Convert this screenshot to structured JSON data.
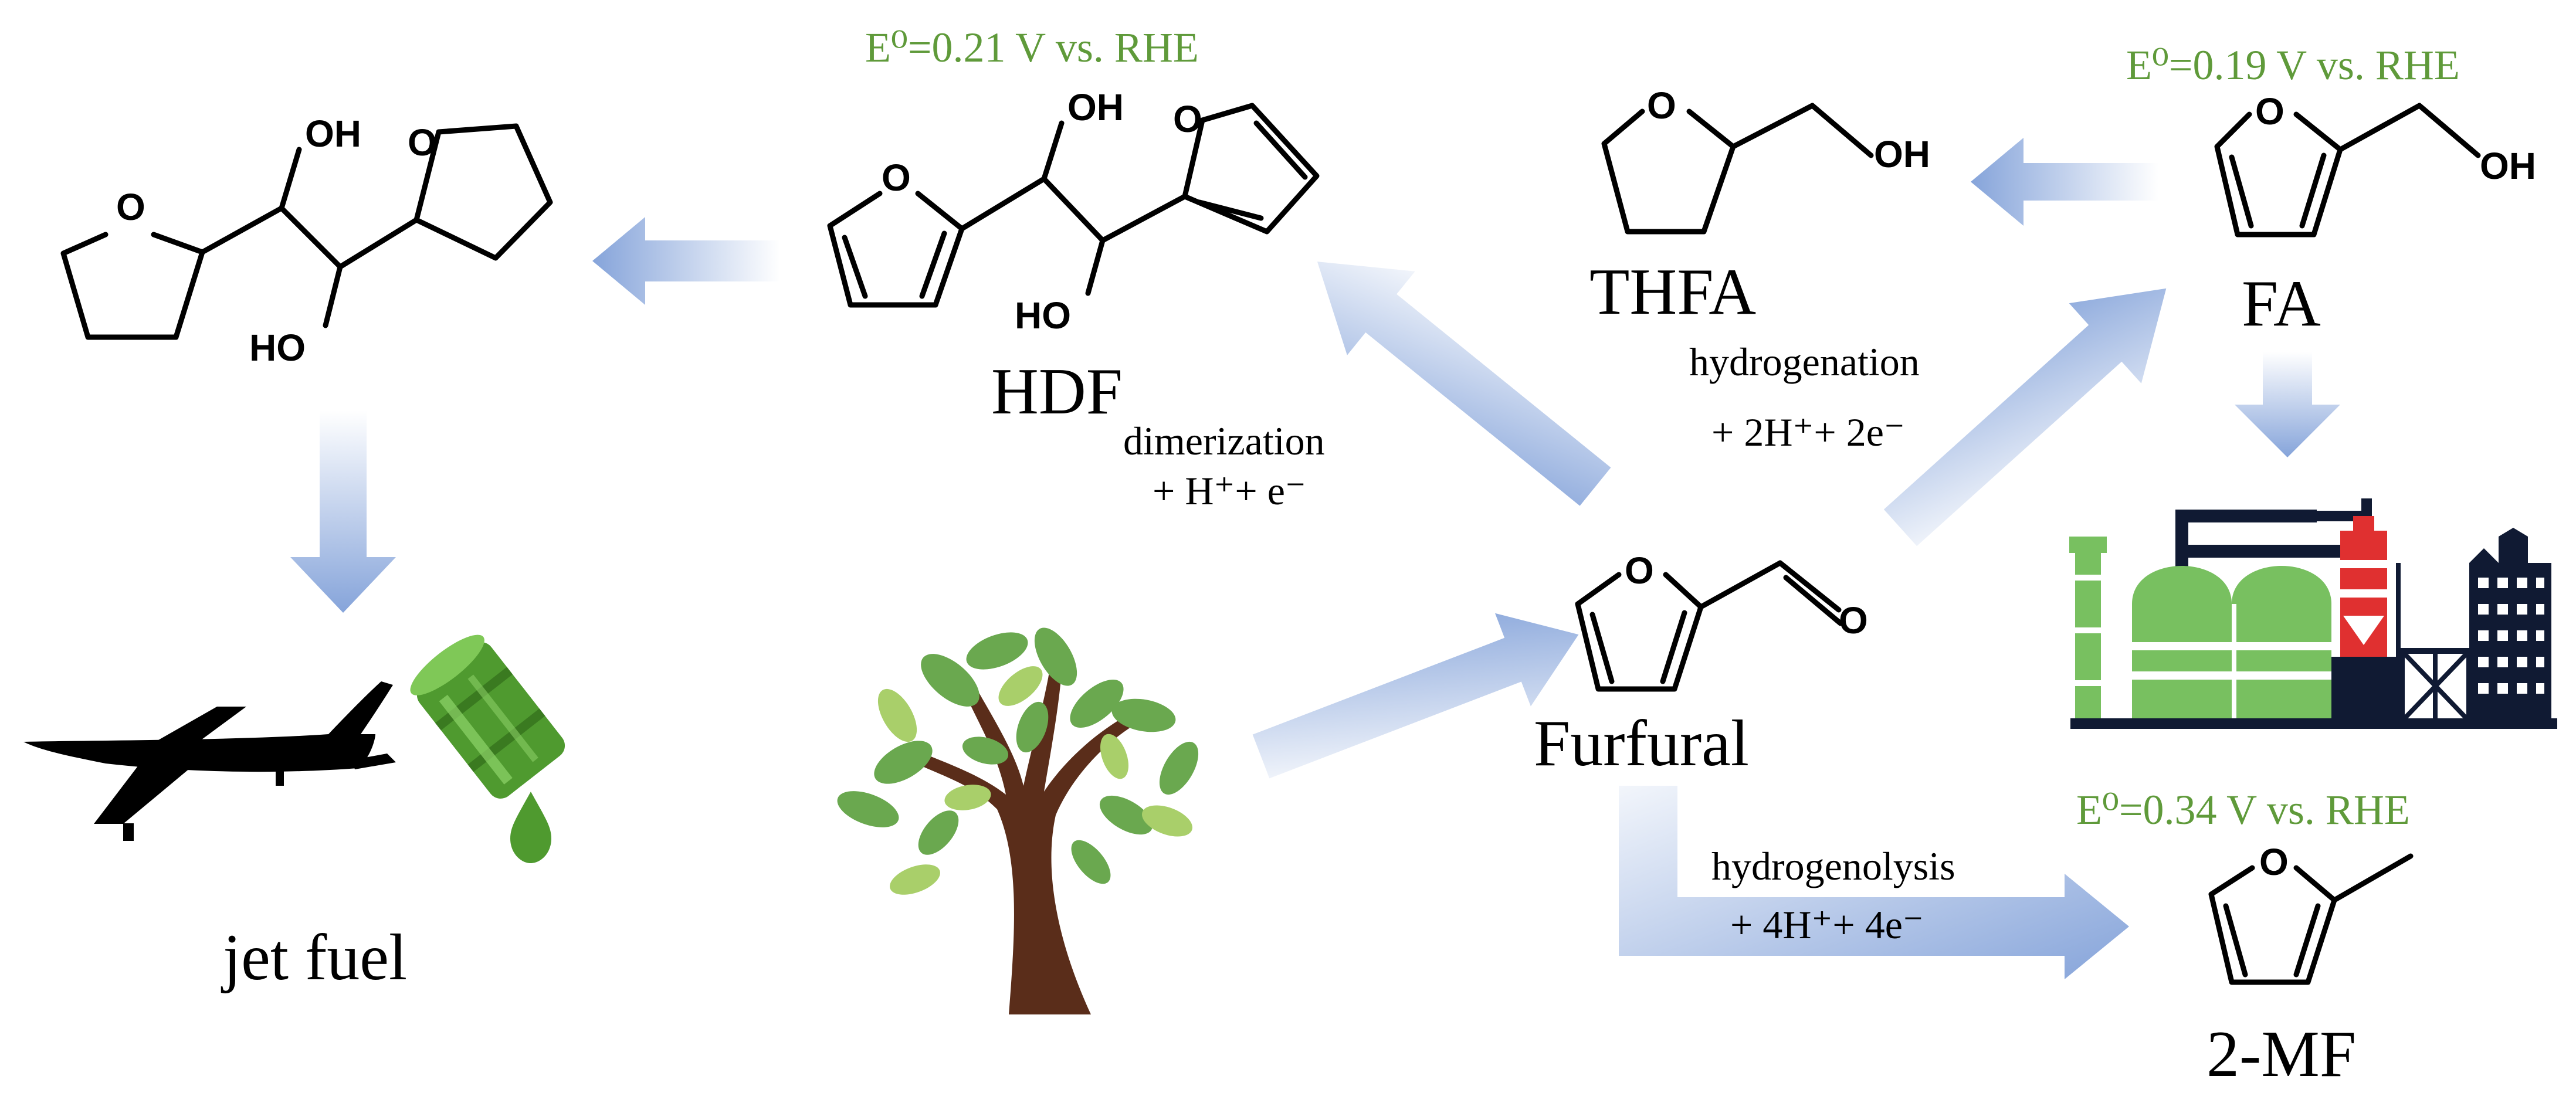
{
  "compounds": {
    "furfural": "Furfural",
    "hdf": "HDF",
    "thfa": "THFA",
    "fa": "FA",
    "mf": "2-MF",
    "jet_fuel": "jet fuel"
  },
  "reactions": {
    "dimerization": {
      "name": "dimerization",
      "equation": "+ H⁺+ e⁻"
    },
    "hydrogenation": {
      "name": "hydrogenation",
      "equation": "+ 2H⁺+ 2e⁻"
    },
    "hydrogenolysis": {
      "name": "hydrogenolysis",
      "equation": "+ 4H⁺+ 4e⁻"
    }
  },
  "potentials": {
    "hdf": "E⁰=0.21 V vs. RHE",
    "fa": "E⁰=0.19 V vs. RHE",
    "mf": "E⁰=0.34 V vs. RHE"
  },
  "atoms": {
    "oxygen": "O",
    "hydroxyl": "OH",
    "hydroxyl_left": "HO"
  },
  "colors": {
    "arrow": "#7f9fd8",
    "potential_text": "#5f9a3a",
    "tree_trunk": "#5a2d1a",
    "leaf_green": "#6aa84f",
    "plant_green": "#78c060",
    "plant_navy": "#101a33",
    "plant_red": "#e03030"
  },
  "icons": [
    "tree-icon",
    "airplane-icon",
    "oil-barrel-icon",
    "fuel-drop-icon",
    "chemical-plant-icon"
  ]
}
